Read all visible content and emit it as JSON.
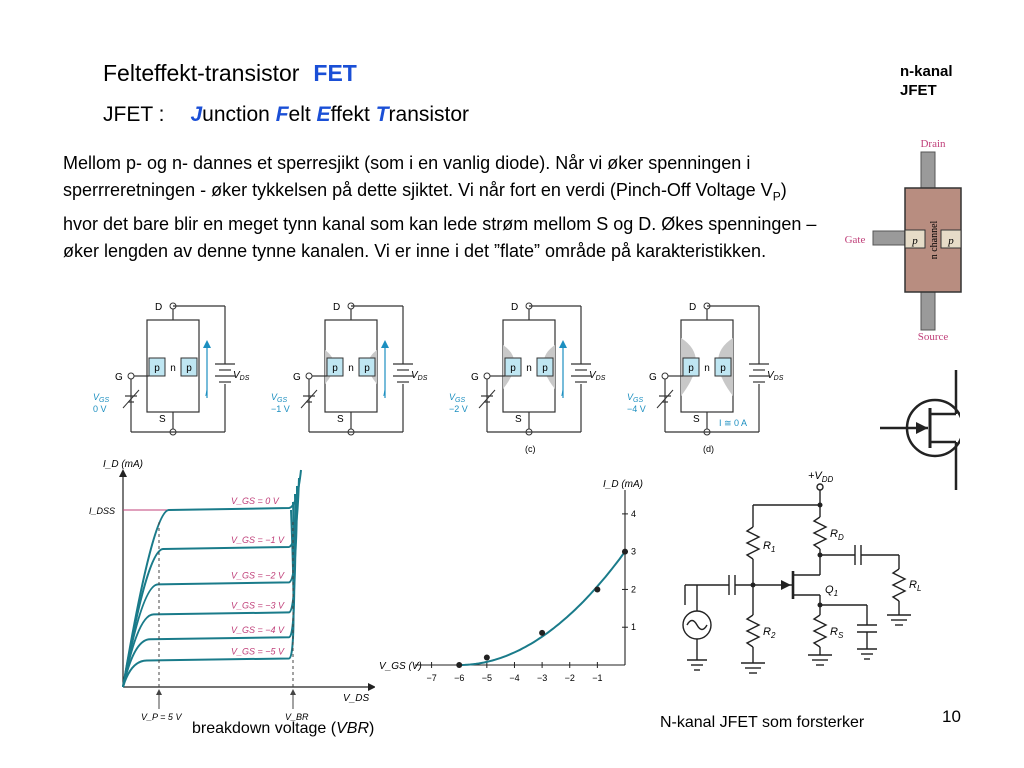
{
  "title": {
    "main": "Felteffekt-transistor",
    "accent": "FET"
  },
  "subtitle": {
    "lead": "JFET :",
    "words": [
      {
        "initial": "J",
        "rest": "unction "
      },
      {
        "initial": "F",
        "rest": "elt "
      },
      {
        "initial": "E",
        "rest": "ffekt "
      },
      {
        "initial": "T",
        "rest": "ransistor"
      }
    ]
  },
  "body": {
    "part1": "Mellom p- og n- dannes et sperresjikt (som i en vanlig diode). Når vi øker spenningen i sperrreretningen - øker tykkelsen på dette sjiktet. Vi når fort en verdi (Pinch-Off Voltage V",
    "sub": "P",
    "part2": ") hvor det bare blir en meget tynn kanal som kan lede strøm mellom S og D. Økes spenningen – øker lengden av denne tynne kanalen. Vi er inne i det ”flate” område på karakteristikken."
  },
  "label_nkanal": {
    "line1": "n-kanal",
    "line2": "JFET"
  },
  "structure": {
    "drain": "Drain",
    "gate": "Gate",
    "source": "Source",
    "p": "p",
    "channel": "n channel"
  },
  "stages": [
    {
      "vgs_value": "0 V",
      "tag": "",
      "current": "I"
    },
    {
      "vgs_value": "−1 V",
      "tag": "",
      "current": "I"
    },
    {
      "vgs_value": "−2 V",
      "tag": "(c)",
      "current": "I"
    },
    {
      "vgs_value": "−4 V",
      "tag": "(d)",
      "current": "I ≅ 0 A"
    }
  ],
  "stage_labels": {
    "d": "D",
    "s": "S",
    "g": "G",
    "p": "p",
    "n": "n",
    "vgs": "V",
    "vgs_sub": "GS",
    "vds": "V",
    "vds_sub": "DS"
  },
  "chart_data": [
    {
      "type": "line",
      "title": "",
      "ylabel": "I_D (mA)",
      "xlabel": "V_DS",
      "y_marker": "I_DSS",
      "x_markers": [
        "V_P = 5 V",
        "V_BR"
      ],
      "series": [
        {
          "name": "V_GS = 0 V",
          "plateau": 1.0
        },
        {
          "name": "V_GS = −1 V",
          "plateau": 0.78
        },
        {
          "name": "V_GS = −2 V",
          "plateau": 0.58
        },
        {
          "name": "V_GS = −3 V",
          "plateau": 0.41
        },
        {
          "name": "V_GS = −4 V",
          "plateau": 0.27
        },
        {
          "name": "V_GS = −5 V",
          "plateau": 0.15
        }
      ]
    },
    {
      "type": "line",
      "title": "",
      "ylabel": "I_D (mA)",
      "xlabel": "V_GS (V)",
      "x_ticks": [
        -7,
        -6,
        -5,
        -4,
        -3,
        -2,
        -1
      ],
      "y_ticks": [
        1,
        2,
        3,
        4
      ],
      "xlim": [
        -7.6,
        0
      ],
      "ylim": [
        0,
        4.5
      ],
      "points": [
        {
          "x": -6,
          "y": 0
        },
        {
          "x": -5,
          "y": 0.2
        },
        {
          "x": -3,
          "y": 0.85
        },
        {
          "x": -1,
          "y": 2.0
        },
        {
          "x": 0,
          "y": 3.0
        }
      ]
    }
  ],
  "amplifier": {
    "vdd": "+V",
    "vdd_sub": "DD",
    "r1": "R",
    "r1_sub": "1",
    "r2": "R",
    "r2_sub": "2",
    "rd": "R",
    "rd_sub": "D",
    "rs": "R",
    "rs_sub": "S",
    "rl": "R",
    "rl_sub": "L",
    "q1": "Q",
    "q1_sub": "1"
  },
  "captions": {
    "breakdown_prefix": "breakdown voltage (",
    "breakdown_vbr": "VBR",
    "breakdown_suffix": ")",
    "amplifier": "N-kanal JFET som forsterker"
  },
  "page_number": "10",
  "colors": {
    "accent": "#1a4fd6",
    "curve": "#1a7b8a",
    "depletion": "#c8c8c8",
    "p_region": "#bfe6f2",
    "structure_body": "#b88d80",
    "structure_label": "#c0407a",
    "vgs_label": "#1c8fc0",
    "curve_label": "#c0407a"
  }
}
